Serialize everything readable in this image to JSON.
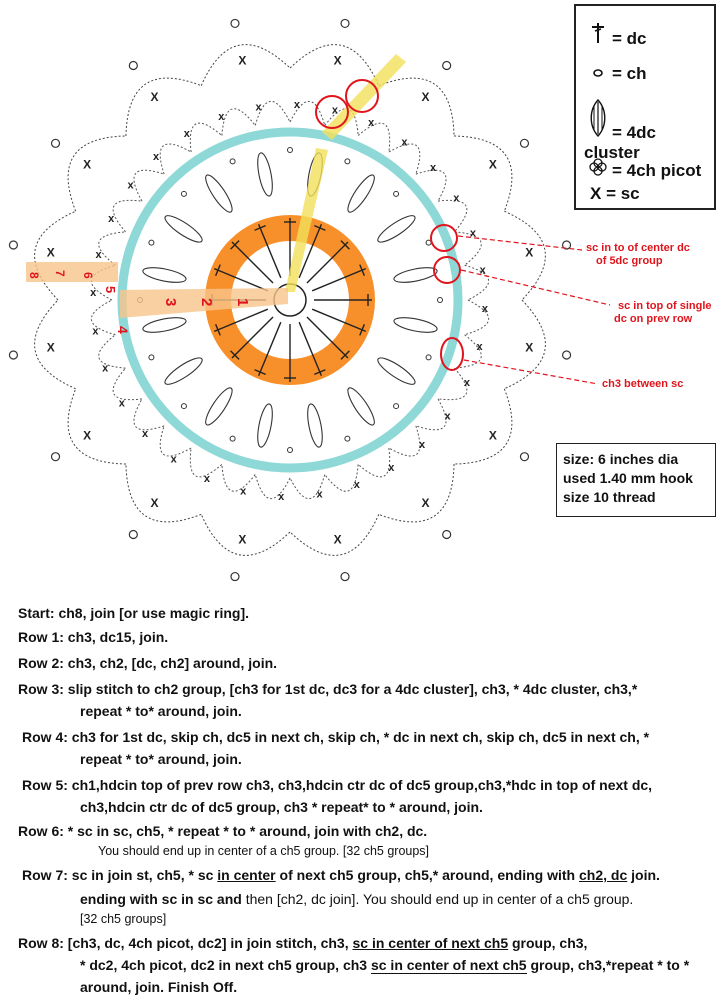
{
  "legend": {
    "dc": "= dc",
    "ch": "= ch",
    "cluster": "= 4dc cluster",
    "picot": "= 4ch picot",
    "sc_symbol": "X",
    "sc": "= sc"
  },
  "callouts": {
    "c1a": "sc  in to of center dc",
    "c1b": "of 5dc group",
    "c2a": "sc  in top of single",
    "c2b": "dc on prev row",
    "c3": "ch3 between sc"
  },
  "info": {
    "l1": "size: 6 inches dia",
    "l2": "used 1.40 mm hook",
    "l3": "size 10 thread"
  },
  "diagram_labels": {
    "r1": "1",
    "r2": "2",
    "r3": "3",
    "r4": "4",
    "r5": "5",
    "r6": "6",
    "r7": "7",
    "r8": "8"
  },
  "instructions": {
    "start": "Start:  ch8, join [or use magic ring].",
    "row1": "Row 1:  ch3, dc15, join.",
    "row2": "Row 2:  ch3, ch2, [dc, ch2] around, join.",
    "row3a": "Row 3:  slip stitch to ch2 group, [ch3 for 1st dc, dc3 for a 4dc cluster], ch3, * 4dc cluster, ch3,*",
    "row3b": "repeat * to* around, join.",
    "row4a": "Row 4:  ch3 for 1st dc, skip ch, dc5 in next ch, skip ch, * dc in next ch, skip ch, dc5 in next ch, *",
    "row4b": "repeat * to* around, join.",
    "row5a": "Row 5:  ch1,hdcin top of prev row ch3, ch3,hdcin ctr dc of dc5 group,ch3,*hdc in top of next dc,",
    "row5b": "ch3,hdcin ctr dc of dc5 group, ch3 * repeat* to * around, join.",
    "row6a": "Row 6:  * sc in sc, ch5, * repeat * to * around, join  with ch2, dc.",
    "row6b": "You should end up in center of a ch5 group.    [32 ch5 groups]",
    "row7a_1": "Row 7:   sc in join st, ch5,  * sc ",
    "row7a_u1": "in center",
    "row7a_2": " of next  ch5 group, ch5,* around, ending with ",
    "row7a_u2": "ch2, dc",
    "row7a_3": " join.",
    "row7b_1": "ending with sc in sc and ",
    "row7b_2": "then [ch2, dc join].  You should end up in center of a ch5 group.",
    "row7c": "[32 ch5 groups]",
    "row8a_1": "Row 8:  [ch3, dc, 4ch picot, dc2] in join stitch, ch3, ",
    "row8a_u": "sc in center of next ch5",
    "row8a_2": " group, ch3,",
    "row8b_1": "* dc2, 4ch picot, dc2 in next ch5 group, ch3 ",
    "row8b_u": "sc in center of next ch5",
    "row8b_2": " group, ch3,*repeat * to *",
    "row8c": "around, join. Finish Off."
  },
  "colors": {
    "teal_ring": "#8fd8d8",
    "orange_ring": "#f7902a",
    "yellow_highlight": "#f2e05a",
    "red_marker": "#e0141c"
  }
}
